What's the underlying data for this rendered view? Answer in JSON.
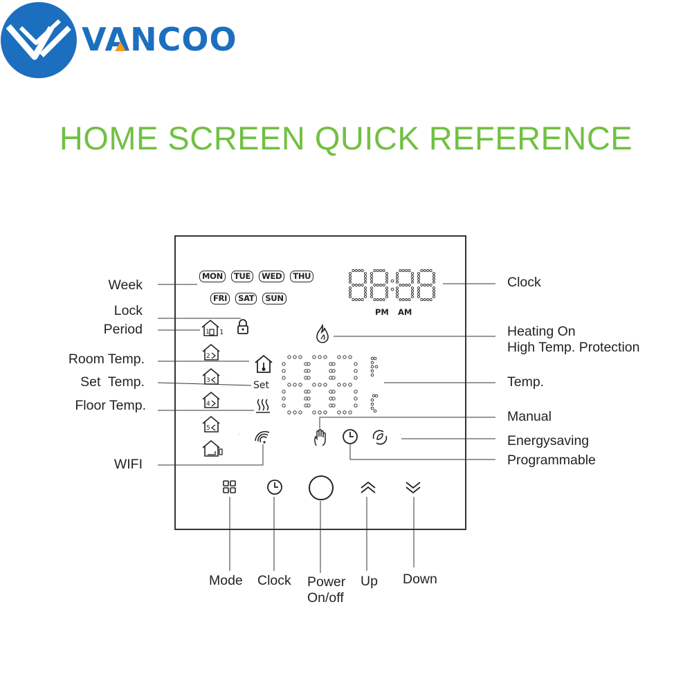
{
  "brand": {
    "name": "VANCOO",
    "primary_color": "#1c6fbe",
    "accent_color": "#f39a1e"
  },
  "title": "HOME SCREEN QUICK REFERENCE",
  "title_color": "#72c043",
  "display": {
    "days_row1": [
      "MON",
      "TUE",
      "WED",
      "THU"
    ],
    "days_row2": [
      "FRI",
      "SAT",
      "SUN"
    ],
    "pm": "PM",
    "am": "AM",
    "set_label": "Set"
  },
  "labels_left": {
    "week": "Week",
    "lock": "Lock",
    "period": "Period",
    "room_temp": "Room Temp.",
    "set_temp": "Set  Temp.",
    "floor_temp": "Floor Temp.",
    "wifi": "WIFI"
  },
  "labels_right": {
    "clock": "Clock",
    "heating_on": "Heating On",
    "high_temp_protection": "High Temp. Protection",
    "temp": "Temp.",
    "manual": "Manual",
    "energysaving": "Energysaving",
    "programmable": "Programmable"
  },
  "labels_bottom": {
    "mode": "Mode",
    "clock": "Clock",
    "power_line1": "Power",
    "power_line2": "On/off",
    "up": "Up",
    "down": "Down"
  }
}
